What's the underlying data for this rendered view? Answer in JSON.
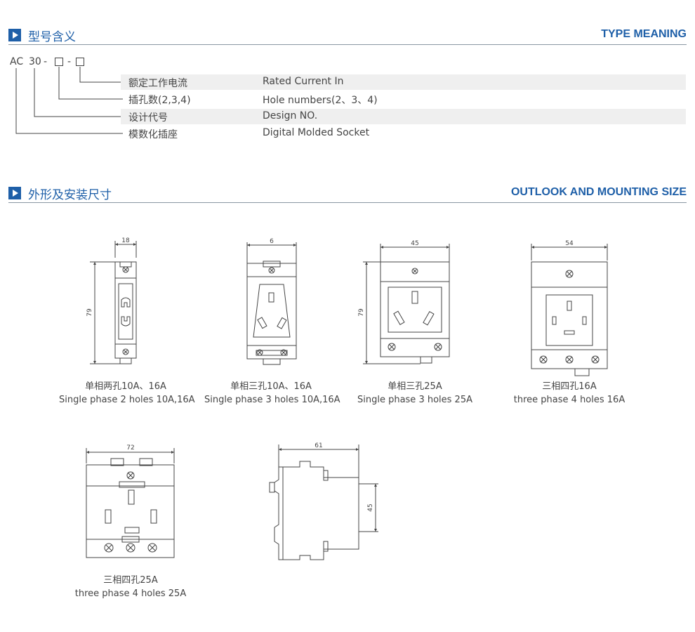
{
  "sections": {
    "type_meaning": {
      "cn": "型号含义",
      "en": "TYPE MEANING"
    },
    "outlook": {
      "cn": "外形及安装尺寸",
      "en": "OUTLOOK AND MOUNTING SIZE"
    }
  },
  "model_code": {
    "prefix": "AC",
    "rating": "30",
    "dash": "-"
  },
  "meaning_rows": [
    {
      "cn": "额定工作电流",
      "en": "Rated Current In"
    },
    {
      "cn": "插孔数(2,3,4)",
      "en": "Hole numbers(2、3、4)"
    },
    {
      "cn": "设计代号",
      "en": "Design NO."
    },
    {
      "cn": "模数化插座",
      "en": "Digital Molded Socket"
    }
  ],
  "drawings": [
    {
      "width_dim": "18",
      "height_dim": "79",
      "caption_cn": "单相两孔10A、16A",
      "caption_en": "Single phase 2 holes 10A,16A"
    },
    {
      "width_dim": "6",
      "caption_cn": "单相三孔10A、16A",
      "caption_en": "Single phase 3 holes 10A,16A"
    },
    {
      "width_dim": "45",
      "height_dim": "79",
      "caption_cn": "单相三孔25A",
      "caption_en": "Single phase 3 holes 25A"
    },
    {
      "width_dim": "54",
      "caption_cn": "三相四孔16A",
      "caption_en": "three phase 4 holes 16A"
    },
    {
      "width_dim": "72",
      "caption_cn": "三相四孔25A",
      "caption_en": "three phase 4 holes 25A"
    },
    {
      "width_dim": "61",
      "height_dim": "45"
    }
  ],
  "colors": {
    "accent": "#1e5fa8",
    "row_shade": "#efefef",
    "line": "#444444"
  }
}
